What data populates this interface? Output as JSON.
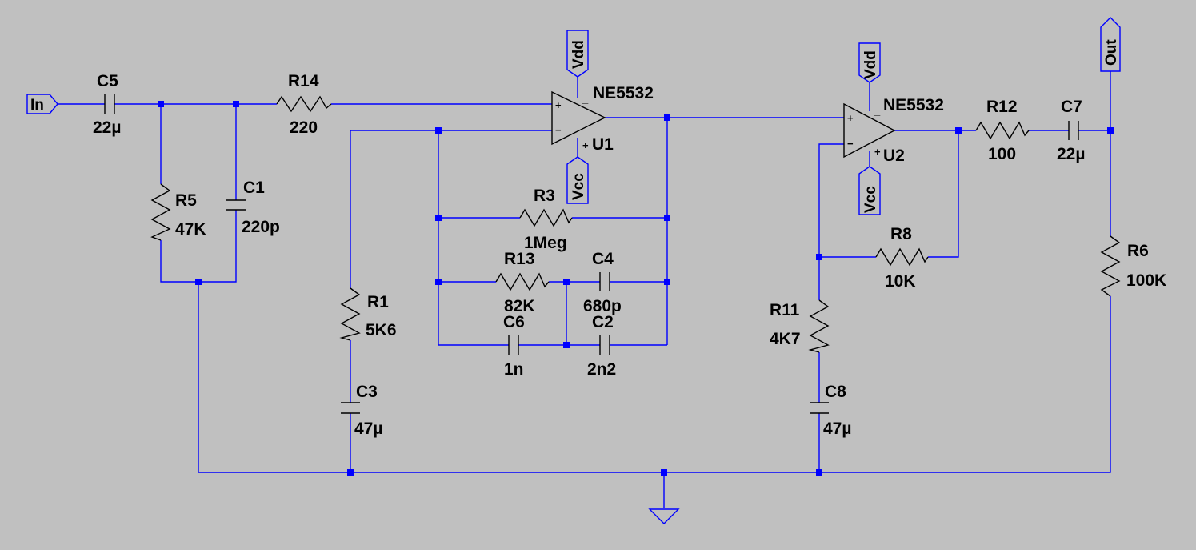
{
  "colors": {
    "background": "#c0c0c0",
    "wire": "#0000ff",
    "component": "#000000",
    "junction": "#0000ff"
  },
  "ports": {
    "in": "In",
    "out": "Out",
    "vdd1": "Vdd",
    "vcc1": "Vcc",
    "vdd2": "Vdd",
    "vcc2": "Vcc"
  },
  "opamps": {
    "u1": {
      "ref": "U1",
      "model": "NE5532",
      "plus": "+",
      "minus": "−"
    },
    "u2": {
      "ref": "U2",
      "model": "NE5532",
      "plus": "+",
      "minus": "−"
    }
  },
  "components": {
    "c5": {
      "ref": "C5",
      "value": "22µ"
    },
    "r14": {
      "ref": "R14",
      "value": "220"
    },
    "r5": {
      "ref": "R5",
      "value": "47K"
    },
    "c1": {
      "ref": "C1",
      "value": "220p"
    },
    "r1": {
      "ref": "R1",
      "value": "5K6"
    },
    "c3": {
      "ref": "C3",
      "value": "47µ"
    },
    "r3": {
      "ref": "R3",
      "value": "1Meg"
    },
    "r13": {
      "ref": "R13",
      "value": "82K"
    },
    "c4": {
      "ref": "C4",
      "value": "680p"
    },
    "c6": {
      "ref": "C6",
      "value": "1n"
    },
    "c2": {
      "ref": "C2",
      "value": "2n2"
    },
    "r8": {
      "ref": "R8",
      "value": "10K"
    },
    "r11": {
      "ref": "R11",
      "value": "4K7"
    },
    "c8": {
      "ref": "C8",
      "value": "47µ"
    },
    "r12": {
      "ref": "R12",
      "value": "100"
    },
    "c7": {
      "ref": "C7",
      "value": "22µ"
    },
    "r6": {
      "ref": "R6",
      "value": "100K"
    }
  }
}
